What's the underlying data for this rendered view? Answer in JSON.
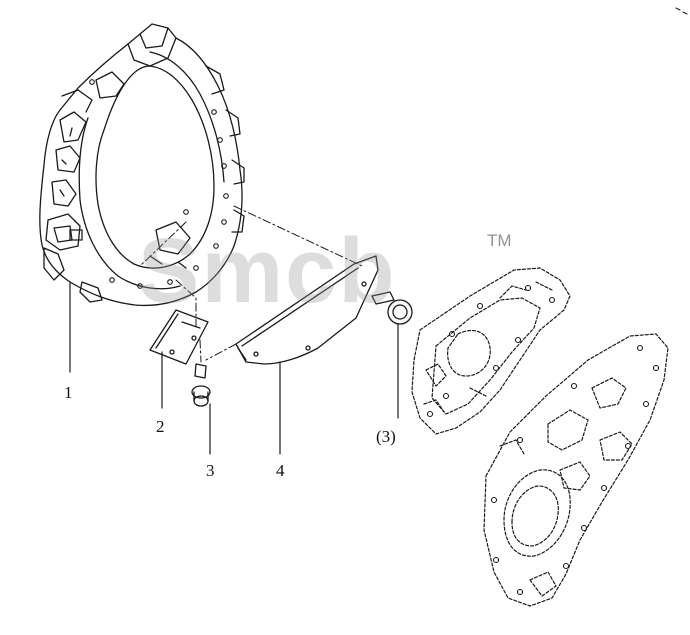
{
  "callouts": {
    "part_1": "1",
    "part_2": "2",
    "part_3": "3",
    "part_4": "4",
    "part_3_ref": "(3)"
  },
  "watermark": {
    "brand": "Smcb",
    "trademark": "TM"
  },
  "colors": {
    "line": "#1a1a1a",
    "background": "#ffffff",
    "watermark": "#969696"
  }
}
